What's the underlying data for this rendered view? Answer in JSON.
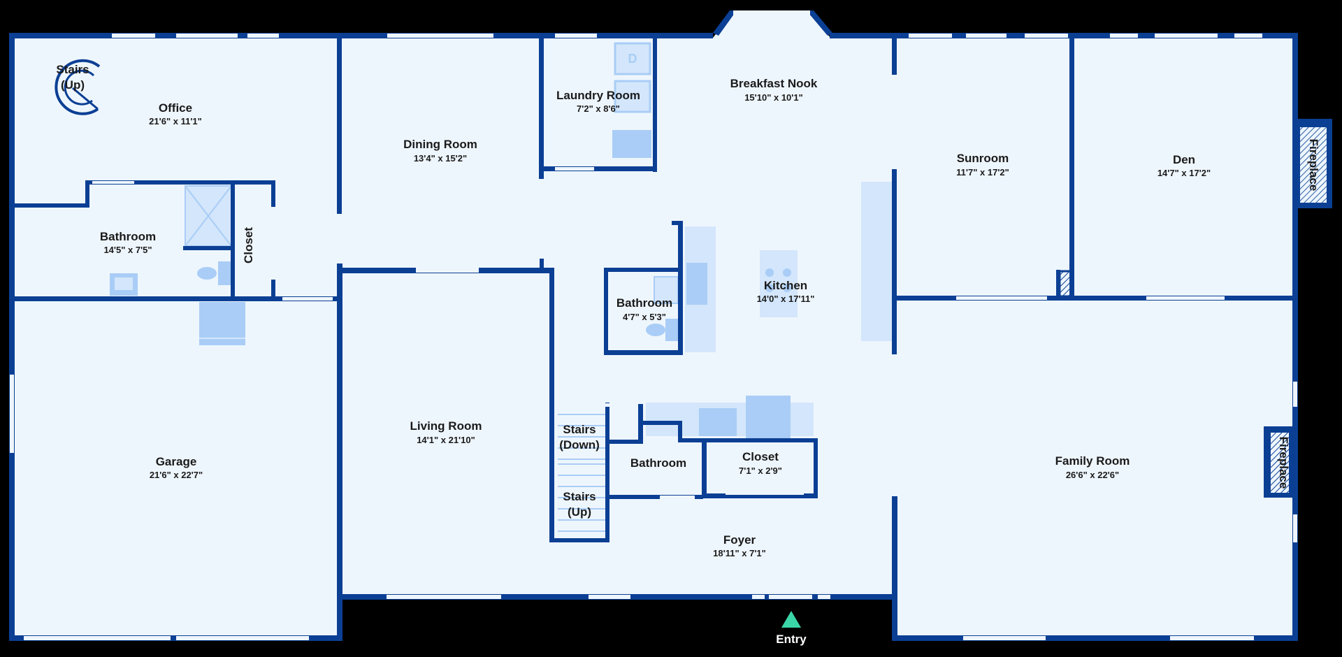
{
  "colors": {
    "wall": "#0b3f94",
    "floor": "#eef6fd",
    "fixture": "#a9cdf6",
    "fixture_light": "#d3e6fb",
    "entry": "#3ad6a8",
    "background": "#000000"
  },
  "rooms": {
    "office": {
      "name": "Office",
      "dims": "21'6\" x 11'1\""
    },
    "dining": {
      "name": "Dining Room",
      "dims": "13'4\" x 15'2\""
    },
    "laundry": {
      "name": "Laundry Room",
      "dims": "7'2\" x 8'6\""
    },
    "nook": {
      "name": "Breakfast Nook",
      "dims": "15'10\" x 10'1\""
    },
    "sunroom": {
      "name": "Sunroom",
      "dims": "11'7\" x 17'2\""
    },
    "den": {
      "name": "Den",
      "dims": "14'7\" x 17'2\""
    },
    "bath1": {
      "name": "Bathroom",
      "dims": "14'5\" x 7'5\""
    },
    "closet1": {
      "name": "Closet"
    },
    "bath2": {
      "name": "Bathroom",
      "dims": "4'7\" x 5'3\""
    },
    "kitchen": {
      "name": "Kitchen",
      "dims": "14'0\" x 17'11\""
    },
    "garage": {
      "name": "Garage",
      "dims": "21'6\" x 22'7\""
    },
    "living": {
      "name": "Living Room",
      "dims": "14'1\" x 21'10\""
    },
    "bath3": {
      "name": "Bathroom"
    },
    "closet2": {
      "name": "Closet",
      "dims": "7'1\" x 2'9\""
    },
    "family": {
      "name": "Family Room",
      "dims": "26'6\" x 22'6\""
    },
    "foyer": {
      "name": "Foyer",
      "dims": "18'11\" x 7'1\""
    }
  },
  "stairs": {
    "office_up": {
      "line1": "Stairs",
      "line2": "(Up)"
    },
    "down": {
      "line1": "Stairs",
      "line2": "(Down)"
    },
    "up": {
      "line1": "Stairs",
      "line2": "(Up)"
    }
  },
  "fireplaces": {
    "den": "Fireplace",
    "family": "Fireplace"
  },
  "appliances": {
    "dryer": "D"
  },
  "entry": {
    "label": "Entry"
  }
}
